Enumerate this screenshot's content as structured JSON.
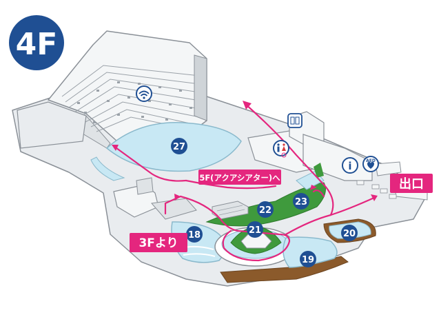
{
  "floor": {
    "label": "4F"
  },
  "labels": {
    "to_5f": "5F(アクアシアター)へ",
    "from_3f": "3Fより",
    "exit": "出口"
  },
  "zones": [
    {
      "id": "21",
      "label": "21"
    },
    {
      "id": "22",
      "label": "22"
    },
    {
      "id": "23",
      "label": "23"
    },
    {
      "id": "18",
      "label": "18"
    },
    {
      "id": "19",
      "label": "19"
    },
    {
      "id": "20",
      "label": "20"
    },
    {
      "id": "27",
      "label": "27"
    }
  ],
  "icons": {
    "info": "i",
    "aed": "AED",
    "wifi": "wifi-icon",
    "restroom": "restroom-icon",
    "locker": "locker-icon"
  },
  "colors": {
    "badge": "#1f4f93",
    "route": "#e4267e",
    "water": "#c8e8f4",
    "structure": "#e9ecef",
    "outline": "#8a9097",
    "greenery": "#3f9a3d",
    "earth": "#8b5a2b"
  }
}
